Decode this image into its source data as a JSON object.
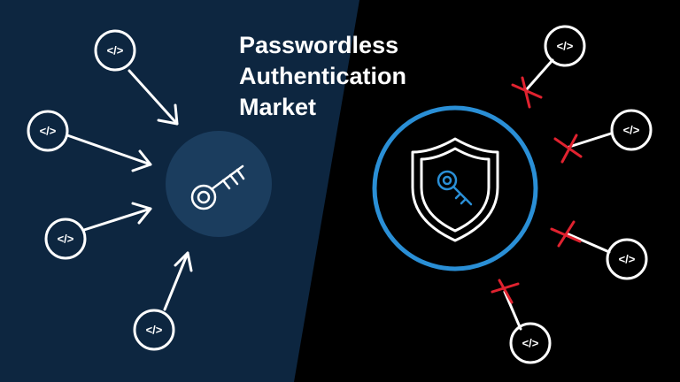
{
  "title": {
    "lines": [
      "Passwordless",
      "Authentication",
      "Market"
    ]
  },
  "colors": {
    "left_background": "#0d2640",
    "right_background": "#000000",
    "key_badge": "#1b3d5e",
    "shield_ring": "#2a8fd6",
    "blocked_mark": "#e0222f",
    "stroke": "#ffffff"
  },
  "icons": {
    "node": "code-icon",
    "hub": "key-icon",
    "shield": "shield-icon",
    "blocked": "cross-mark-icon"
  },
  "left_nodes": [
    {
      "label": "</>"
    },
    {
      "label": "</>"
    },
    {
      "label": "</>"
    },
    {
      "label": "</>"
    }
  ],
  "right_nodes": [
    {
      "label": "</>"
    },
    {
      "label": "</>"
    },
    {
      "label": "</>"
    },
    {
      "label": "</>"
    }
  ]
}
